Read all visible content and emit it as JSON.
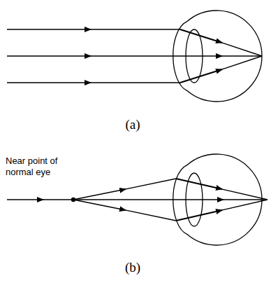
{
  "diagram": {
    "labels": [
      "(a)",
      "(b)",
      "Near point of normal eye"
    ]
  }
}
